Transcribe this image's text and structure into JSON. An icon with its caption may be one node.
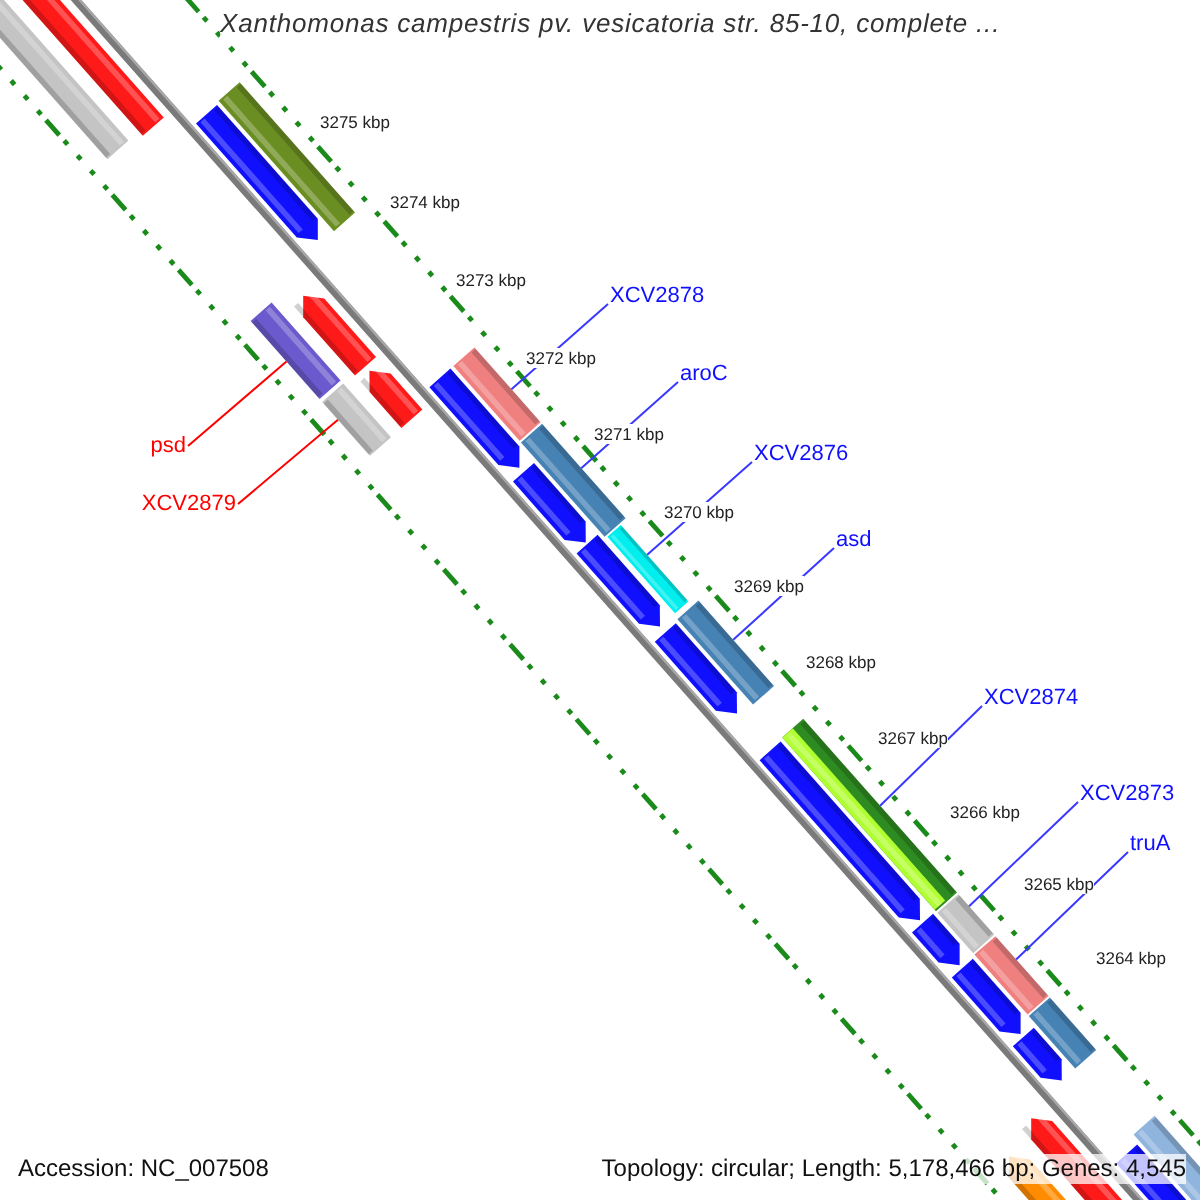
{
  "diagram": {
    "title": "Xanthomonas campestris pv. vesicatoria str. 85-10, complete ...",
    "nodes": [
      {
        "text": [
          "XCV2878"
        ]
      },
      {
        "text": [
          "aroC"
        ]
      },
      {
        "text": [
          "XCV2876"
        ]
      },
      {
        "text": [
          "asd"
        ]
      },
      {
        "text": [
          "XCV2874"
        ]
      },
      {
        "text": [
          "XCV2873"
        ]
      },
      {
        "text": [
          "truA"
        ]
      },
      {
        "text": [
          "psd"
        ]
      },
      {
        "text": [
          "XCV2879"
        ]
      },
      {
        "text": [],
        "shape": "bar"
      },
      {
        "text": [],
        "shape": "bar"
      },
      {
        "text": [],
        "shape": "bar"
      },
      {
        "text": [],
        "shape": "bar"
      },
      {
        "text": [],
        "shape": "bar"
      },
      {
        "text": [],
        "shape": "bar"
      },
      {
        "text": [],
        "shape": "bar"
      },
      {
        "text": [],
        "shape": "bar"
      },
      {
        "text": [],
        "shape": "bar"
      }
    ],
    "edges": [
      {
        "from": 0,
        "to": 9,
        "arrow": "none"
      },
      {
        "from": 1,
        "to": 10,
        "arrow": "none"
      },
      {
        "from": 2,
        "to": 11,
        "arrow": "none"
      },
      {
        "from": 3,
        "to": 12,
        "arrow": "none"
      },
      {
        "from": 4,
        "to": 13,
        "arrow": "none"
      },
      {
        "from": 5,
        "to": 14,
        "arrow": "none"
      },
      {
        "from": 6,
        "to": 15,
        "arrow": "none"
      },
      {
        "from": 7,
        "to": 16,
        "arrow": "none",
        "color": "#ff0000"
      },
      {
        "from": 8,
        "to": 17,
        "arrow": "none",
        "color": "#ff0000"
      }
    ],
    "labels": [
      "3275 kbp",
      "3274 kbp",
      "3273 kbp",
      "3272 kbp",
      "3271 kbp",
      "3270 kbp",
      "3269 kbp",
      "3268 kbp",
      "3267 kbp",
      "3266 kbp",
      "3265 kbp",
      "3264 kbp",
      "Accession: NC_007508",
      "Topology: circular; Length: 5,178,466 bp; Genes: 4,545"
    ]
  }
}
